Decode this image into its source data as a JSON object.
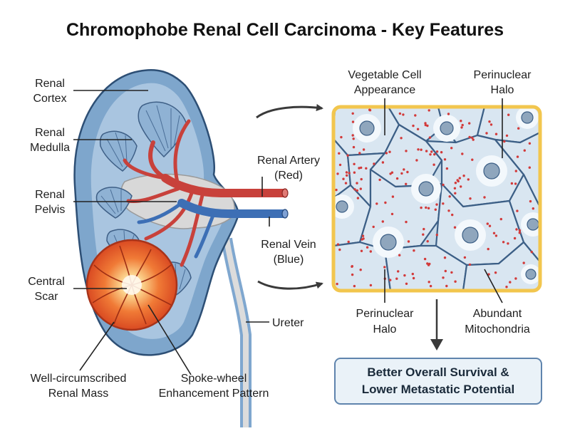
{
  "title": "Chromophobe Renal Cell Carcinoma - Key Features",
  "kidney_labels": {
    "cortex": [
      "Renal",
      "Cortex"
    ],
    "medulla": [
      "Renal",
      "Medulla"
    ],
    "pelvis": [
      "Renal",
      "Pelvis"
    ],
    "scar": [
      "Central",
      "Scar"
    ],
    "artery": [
      "Renal Artery",
      "(Red)"
    ],
    "vein": [
      "Renal Vein",
      "(Blue)"
    ],
    "ureter": "Ureter",
    "mass": [
      "Well-circumscribed",
      "Renal Mass"
    ],
    "spoke": [
      "Spoke-wheel",
      "Enhancement Pattern"
    ]
  },
  "histology_labels": {
    "vegetable": [
      "Vegetable Cell",
      "Appearance"
    ],
    "halo_top": [
      "Perinuclear",
      "Halo"
    ],
    "halo_bottom": [
      "Perinuclear",
      "Halo"
    ],
    "mito": [
      "Abundant",
      "Mitochondria"
    ]
  },
  "outcome": [
    "Better Overall Survival &",
    "Lower Metastatic Potential"
  ],
  "colors": {
    "cortex": "#7ea6cc",
    "medulla": "#8fb2d4",
    "pelvis": "#d8d8d8",
    "artery": "#c8413b",
    "vein": "#3d6fb5",
    "mass": "#e8682f",
    "frame": "#f2c64e",
    "cell_fill": "#d9e6f1",
    "mitochondria": "#d23a3a",
    "outcome_fill": "#eaf2f8"
  }
}
